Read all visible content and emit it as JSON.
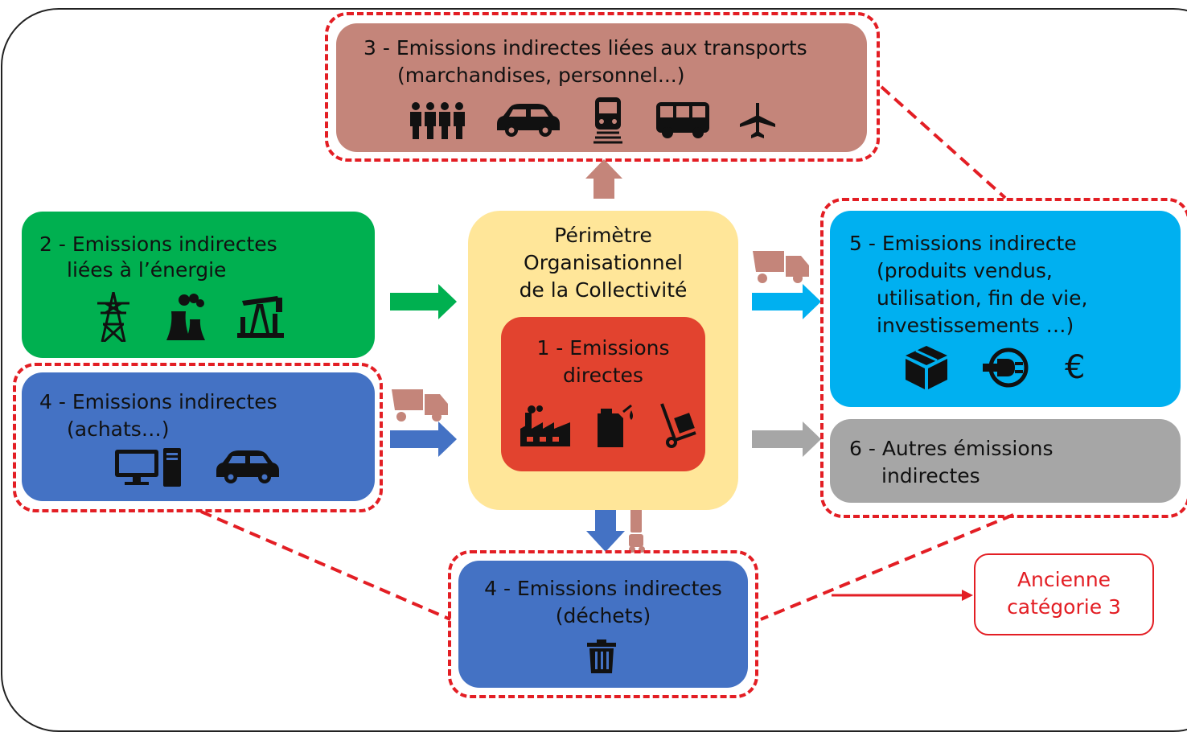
{
  "colors": {
    "transport": "#c4857a",
    "energy": "#00b050",
    "center": "#ffe699",
    "direct": "#e2432f",
    "purchases": "#4472c4",
    "sold": "#00b0f0",
    "other": "#a6a6a6",
    "waste": "#4472c4",
    "dashed": "#e31e24",
    "legend": "#e31e24"
  },
  "boxes": {
    "transport": {
      "line1": "3 - Emissions indirectes liées aux transports",
      "line2": "(marchandises, personnel...)",
      "icons": [
        "people-icon",
        "car-icon",
        "train-icon",
        "bus-icon",
        "plane-icon"
      ]
    },
    "energy": {
      "line1": "2 - Emissions indirectes",
      "line2": "liées à l’énergie",
      "icons": [
        "pylon-icon",
        "power-plant-icon",
        "oil-pump-icon"
      ]
    },
    "center": {
      "line1": "Périmètre",
      "line2": "Organisationnel",
      "line3": "de la Collectivité"
    },
    "direct": {
      "line1": "1 - Emissions",
      "line2": "directes",
      "icons": [
        "factory-icon",
        "jerrycan-icon",
        "hand-truck-icon"
      ]
    },
    "purchases": {
      "line1": "4 - Emissions indirectes",
      "line2": "(achats…)",
      "icons": [
        "computer-icon",
        "car-icon"
      ]
    },
    "sold": {
      "line1": "5 - Emissions indirecte",
      "line2": "(produits vendus,",
      "line3": "utilisation, fin de vie,",
      "line4": "investissements …)",
      "icons": [
        "box-icon",
        "plug-icon",
        "euro-icon"
      ],
      "euro": "€"
    },
    "other": {
      "line1": "6 - Autres émissions",
      "line2": "indirectes"
    },
    "waste": {
      "line1": "4 - Emissions indirectes",
      "line2": "(déchets)",
      "icons": [
        "trash-icon"
      ]
    }
  },
  "legend": {
    "line1": "Ancienne",
    "line2": "catégorie 3"
  }
}
